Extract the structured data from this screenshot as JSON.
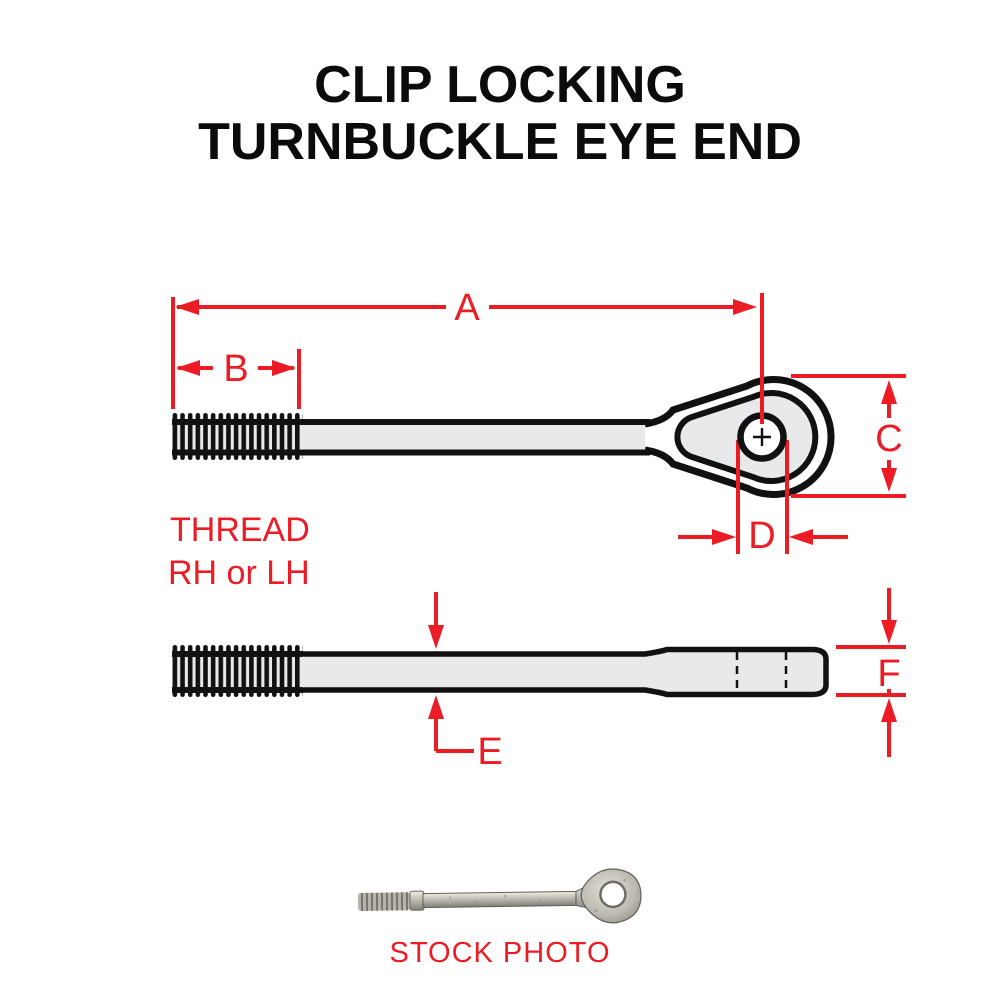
{
  "title": {
    "line1": "CLIP LOCKING",
    "line2": "TURNBUCKLE EYE END"
  },
  "diagram": {
    "dimension_labels": {
      "a": "A",
      "b": "B",
      "c": "C",
      "d": "D",
      "e": "E",
      "f": "F"
    },
    "thread_note": {
      "line1": "THREAD",
      "line2": "RH or LH"
    },
    "views": {
      "top": "side view with eye, dimensions A, B, C, D",
      "bottom": "edge view, dimensions E, F"
    }
  },
  "photo": {
    "caption": "STOCK PHOTO"
  },
  "colors": {
    "dimension_red": "#EC1C24",
    "outline_black": "#111111",
    "part_fill_gray": "#E8E9EA",
    "title_black": "#0b0b0b"
  }
}
